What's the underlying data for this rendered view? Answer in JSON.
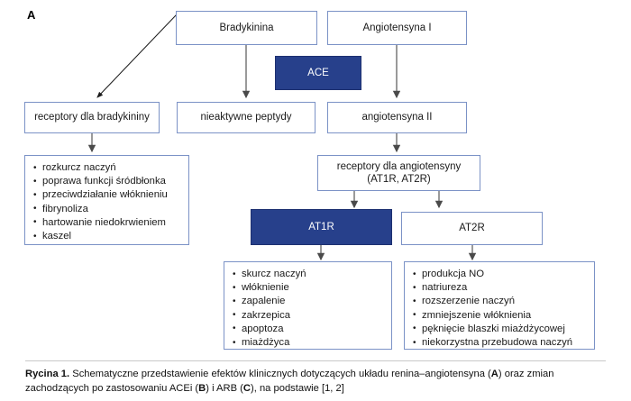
{
  "figure": {
    "panel_label": "A",
    "caption": {
      "prefix": "Rycina 1.",
      "text_part1": " Schematyczne przedstawienie efektów klinicznych dotyczących układu renina–angiotensyna (",
      "bold_a": "A",
      "text_part2": ") oraz zmian zachodzących po zastosowaniu ACEi (",
      "bold_b": "B",
      "text_part3": ") i ARB (",
      "bold_c": "C",
      "text_part4": "), na podstawie [1, 2]"
    }
  },
  "colors": {
    "dark_box_fill": "#27408b",
    "dark_box_text": "#ffffff",
    "light_box_border": "#7b92c6",
    "light_box_fill": "#ffffff",
    "arrow": "#5a5a5a",
    "text": "#1a1a1a"
  },
  "nodes": {
    "bradykinina": "Bradykinina",
    "angiotensyna_i": "Angiotensyna I",
    "ace": "ACE",
    "receptory_bradykininy": "receptory dla bradykininy",
    "nieaktywne_peptydy": "nieaktywne peptydy",
    "angiotensyna_ii": "angiotensyna II",
    "receptory_angiotensyny_line1": "receptory dla angiotensyny",
    "receptory_angiotensyny_line2": "(AT1R, AT2R)",
    "at1r": "AT1R",
    "at2r": "AT2R"
  },
  "lists": {
    "bradykinin_effects": [
      "rozkurcz naczyń",
      "poprawa funkcji śródbłonka",
      "przeciwdziałanie włóknieniu",
      "fibrynoliza",
      "hartowanie niedokrwieniem",
      "kaszel"
    ],
    "at1r_effects": [
      "skurcz naczyń",
      "włóknienie",
      "zapalenie",
      "zakrzepica",
      "apoptoza",
      "miażdżyca"
    ],
    "at2r_effects": [
      "produkcja NO",
      "natriureza",
      "rozszerzenie naczyń",
      "zmniejszenie włóknienia",
      "pęknięcie blaszki miażdżycowej",
      "niekorzystna przebudowa naczyń"
    ]
  }
}
